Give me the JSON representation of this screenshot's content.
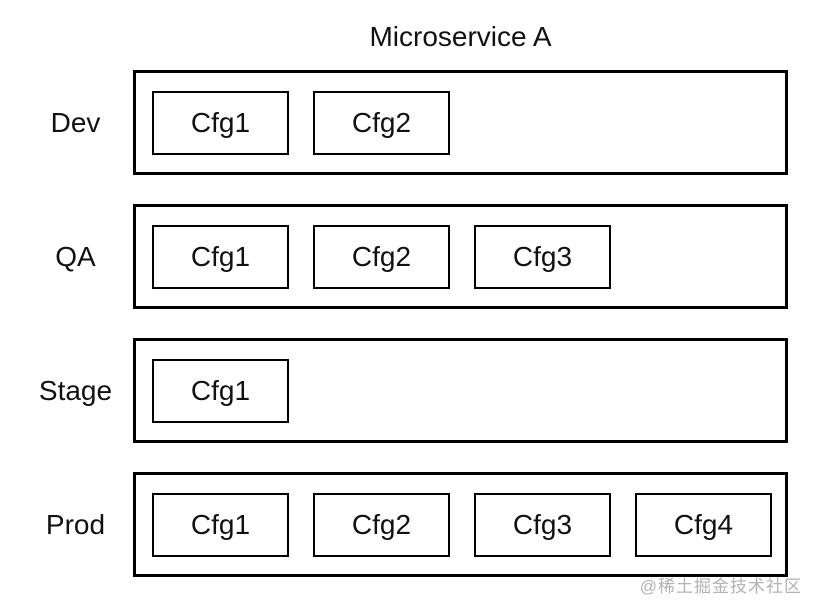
{
  "title": "Microservice A",
  "rows": [
    {
      "label": "Dev",
      "configs": [
        "Cfg1",
        "Cfg2"
      ]
    },
    {
      "label": "QA",
      "configs": [
        "Cfg1",
        "Cfg2",
        "Cfg3"
      ]
    },
    {
      "label": "Stage",
      "configs": [
        "Cfg1"
      ]
    },
    {
      "label": "Prod",
      "configs": [
        "Cfg1",
        "Cfg2",
        "Cfg3",
        "Cfg4"
      ]
    }
  ],
  "watermark": "@稀土掘金技术社区",
  "colors": {
    "line": "#000000",
    "text": "#111111",
    "watermark": "#b3b3b3",
    "background": "#ffffff"
  }
}
